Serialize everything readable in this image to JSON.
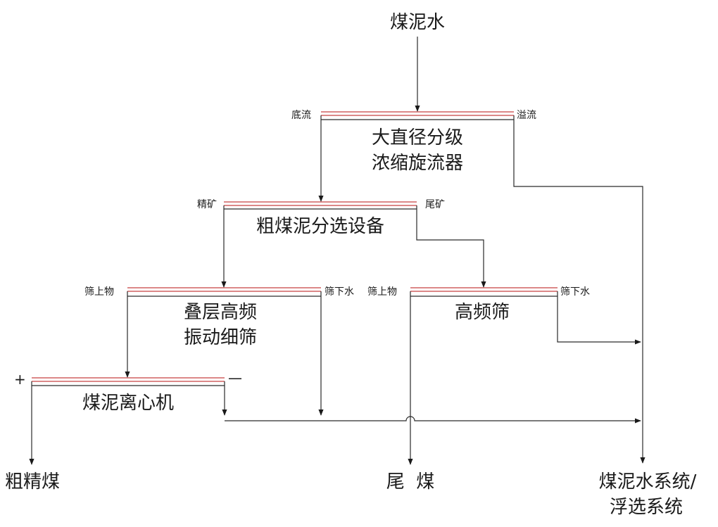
{
  "input": "煤泥水",
  "cyclone": {
    "label_line1": "大直径分级",
    "label_line2": "浓缩旋流器",
    "underflow": "底流",
    "overflow": "溢流"
  },
  "separator": {
    "label": "粗煤泥分选设备",
    "concentrate": "精矿",
    "tailings": "尾矿"
  },
  "stacked_screen": {
    "label_line1": "叠层高频",
    "label_line2": "振动细筛",
    "oversize": "筛上物",
    "undersize": "筛下水"
  },
  "hf_screen": {
    "label": "高频筛",
    "oversize": "筛上物",
    "undersize": "筛下水"
  },
  "centrifuge": {
    "label": "煤泥离心机",
    "plus": "+",
    "minus": "—"
  },
  "outputs": {
    "coarse_clean_coal": "粗精煤",
    "tail_coal": "尾  煤",
    "system_line1": "煤泥水系统/",
    "system_line2": "浮选系统"
  }
}
